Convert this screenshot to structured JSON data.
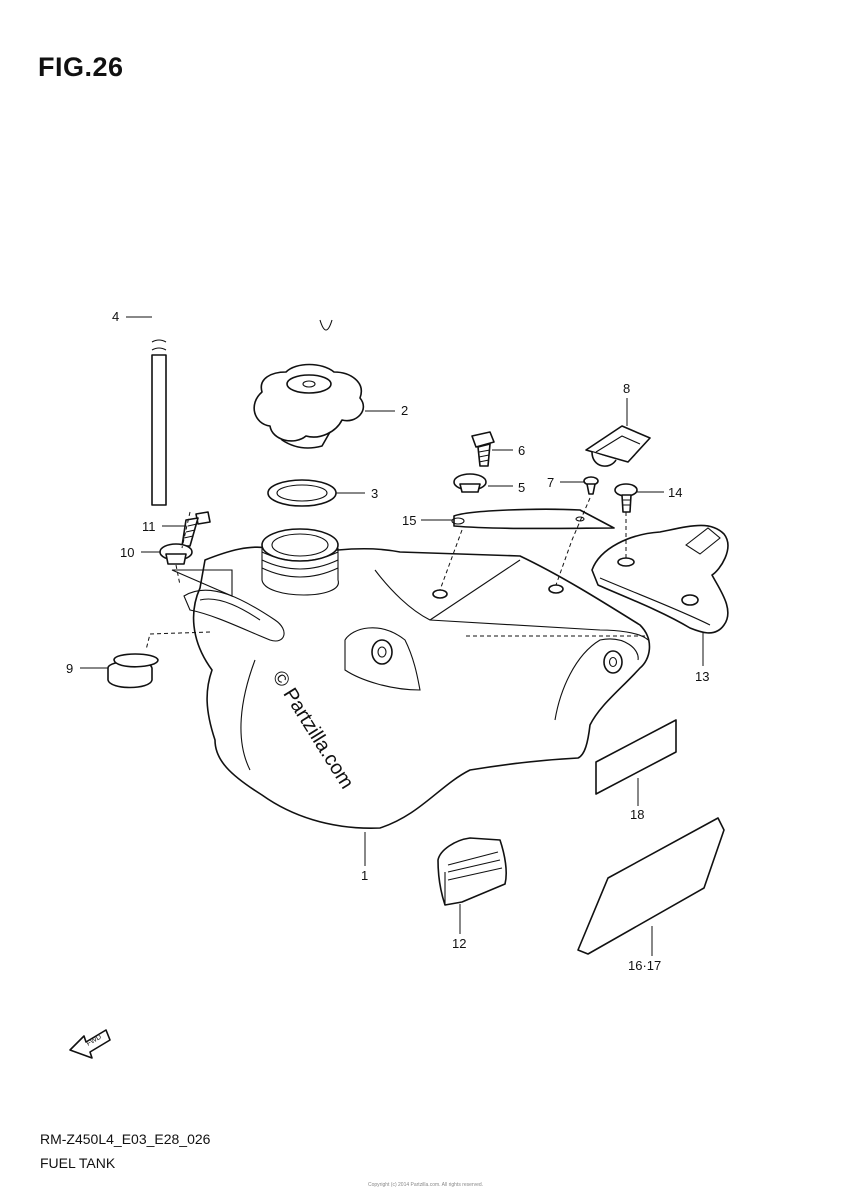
{
  "figure": {
    "title": "FIG.26"
  },
  "watermark": {
    "text": "© Partzilla.com"
  },
  "callouts": [
    {
      "id": "1",
      "label": "1"
    },
    {
      "id": "2",
      "label": "2"
    },
    {
      "id": "3",
      "label": "3"
    },
    {
      "id": "4",
      "label": "4"
    },
    {
      "id": "5",
      "label": "5"
    },
    {
      "id": "6",
      "label": "6"
    },
    {
      "id": "7",
      "label": "7"
    },
    {
      "id": "8",
      "label": "8"
    },
    {
      "id": "9",
      "label": "9"
    },
    {
      "id": "10",
      "label": "10"
    },
    {
      "id": "11",
      "label": "11"
    },
    {
      "id": "12",
      "label": "12"
    },
    {
      "id": "13",
      "label": "13"
    },
    {
      "id": "14",
      "label": "14"
    },
    {
      "id": "15",
      "label": "15"
    },
    {
      "id": "16-17",
      "label": "16·17"
    },
    {
      "id": "18",
      "label": "18"
    }
  ],
  "forward_arrow": {
    "text": "FWD"
  },
  "footer": {
    "code": "RM-Z450L4_E03_E28_026",
    "name": "FUEL TANK"
  },
  "copyright": {
    "text": "Copyright (c) 2014 Partzilla.com. All rights reserved."
  }
}
